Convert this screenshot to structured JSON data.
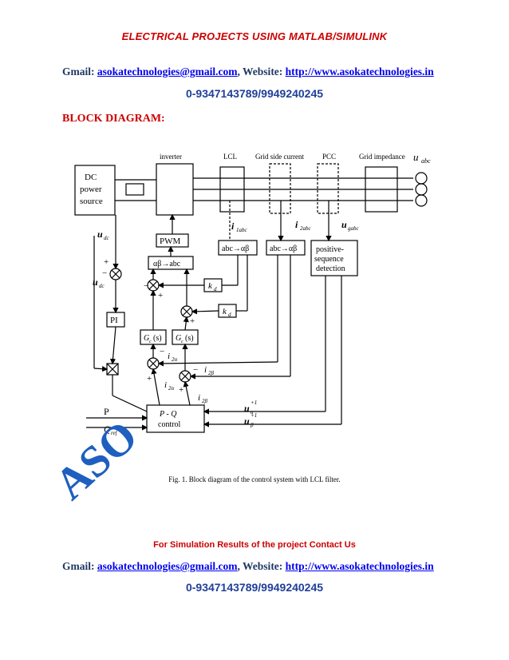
{
  "header": {
    "title": "ELECTRICAL PROJECTS USING MATLAB/SIMULINK",
    "gmail_label": "Gmail: ",
    "email": "asokatechnologies@gmail.com",
    "website_label": ", Website: ",
    "website": "http://www.asokatechnologies.in",
    "phone": "0-9347143789/9949240245"
  },
  "section_heading": "BLOCK DIAGRAM:",
  "diagram": {
    "top_labels": {
      "inverter": "inverter",
      "lcl": "LCL",
      "grid_side_current": "Grid side current",
      "pcc": "PCC",
      "grid_impedance": "Grid impedance",
      "u_abc": "u",
      "u_abc_sub": "abc"
    },
    "dc_source": [
      "DC",
      "power",
      "source"
    ],
    "pwm": "PWM",
    "ab_to_abc": "αβ→abc",
    "abc_to_ab_1": "abc→αβ",
    "abc_to_ab_2": "abc→αβ",
    "pos_seq": [
      "positive-",
      "sequence",
      "detection"
    ],
    "kd": "k",
    "kd_sub": "d",
    "pi": "PI",
    "gc": "G",
    "gc_sub": "c",
    "gc_arg": "(s)",
    "pq": [
      "P - Q",
      "control"
    ],
    "signals": {
      "udc": "u",
      "udc_sub": "dc",
      "udc_ref": "u",
      "udc_ref_sub": "dc",
      "i1abc": "i",
      "i1abc_sub": "1abc",
      "i2abc": "i",
      "i2abc_sub": "2abc",
      "ugabc": "u",
      "ugabc_sub": "gabc",
      "i2a": "i",
      "i2a_sub": "2α",
      "i2b": "i",
      "i2b_sub": "2β",
      "ua": "u",
      "ua_sub": "α",
      "ua_sup": "+1",
      "ub": "u",
      "ub_sub": "β",
      "ub_sup": "+1",
      "p": "P",
      "qref": "Q",
      "qref_sub": "ref",
      "plus": "+",
      "minus": "−",
      "star": "*"
    }
  },
  "watermark": "ASO",
  "caption": "Fig. 1. Block diagram of the control system with LCL filter.",
  "footer": {
    "note": "For Simulation Results of the project Contact Us",
    "gmail_label": "Gmail: ",
    "email": "asokatechnologies@gmail.com",
    "website_label": ", Website: ",
    "website": "http://www.asokatechnologies.in",
    "phone": "0-9347143789/9949240245"
  }
}
